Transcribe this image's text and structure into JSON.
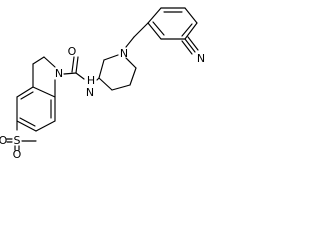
{
  "structure": {
    "atoms": {
      "O_carbonyl": "O",
      "N_indoline": "N",
      "N_amide": "N",
      "H_amide": "H",
      "N_piperidine": "N",
      "N_nitrile": "N",
      "S_sulfonyl": "S",
      "O_sulfonyl_left": "O",
      "O_sulfonyl_bottom": "O"
    }
  }
}
